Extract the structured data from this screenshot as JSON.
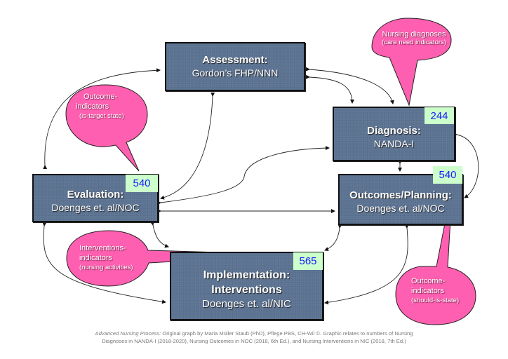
{
  "diagram": {
    "title": "Advanced Nursing Process",
    "boxes": {
      "assessment": {
        "title": "Assessment:",
        "subtitle": "Gordon’s FHP/NNN"
      },
      "diagnosis": {
        "title": "Diagnosis:",
        "subtitle": "NANDA-I",
        "badge": "244"
      },
      "outcomes": {
        "title": "Outcomes/Planning:",
        "subtitle": "Doenges et. al/NOC",
        "badge": "540"
      },
      "evaluation": {
        "title": "Evaluation:",
        "subtitle": "Doenges et. al/NOC",
        "badge": "540"
      },
      "implementation": {
        "title": "Implementation:",
        "title2": "Interventions",
        "subtitle": "Doenges et. al/NIC",
        "badge": "565"
      }
    },
    "callouts": {
      "nursing_diagnoses": {
        "line1": "Nursing diagnoses",
        "line2": "(care need indicators)"
      },
      "outcome_is_target": {
        "line1": "Outcome-",
        "line2": "indicators",
        "line3": "(is-target state)"
      },
      "interventions": {
        "line1": "Interventions-",
        "line2": "indicators",
        "line3": "(nursing activities)"
      },
      "outcome_should_is": {
        "line1": "Outcome-",
        "line2": "indicators",
        "line3": "(should-is-state)"
      }
    },
    "colors": {
      "box_fill": "#5b7291",
      "badge_fill": "#ccffcc",
      "badge_text": "#1a1aff",
      "callout_fill": "#ff5fb0",
      "caption_text": "#7a7a7a"
    }
  },
  "caption": {
    "italic": "Advanced Nursing Process:",
    "line1_rest": " Original graph by Maria Müller Staub (PhD), Pflege PBS, CH-Wil ©. Graphic relates to numbers of Nursing",
    "line2": "Diagnoses in NANDA-I (2018-2020), Nursing Outcomes in NOC (2018, 6th Ed.),  and Nursing Interventions in NIC (2018, 7th Ed.)"
  }
}
